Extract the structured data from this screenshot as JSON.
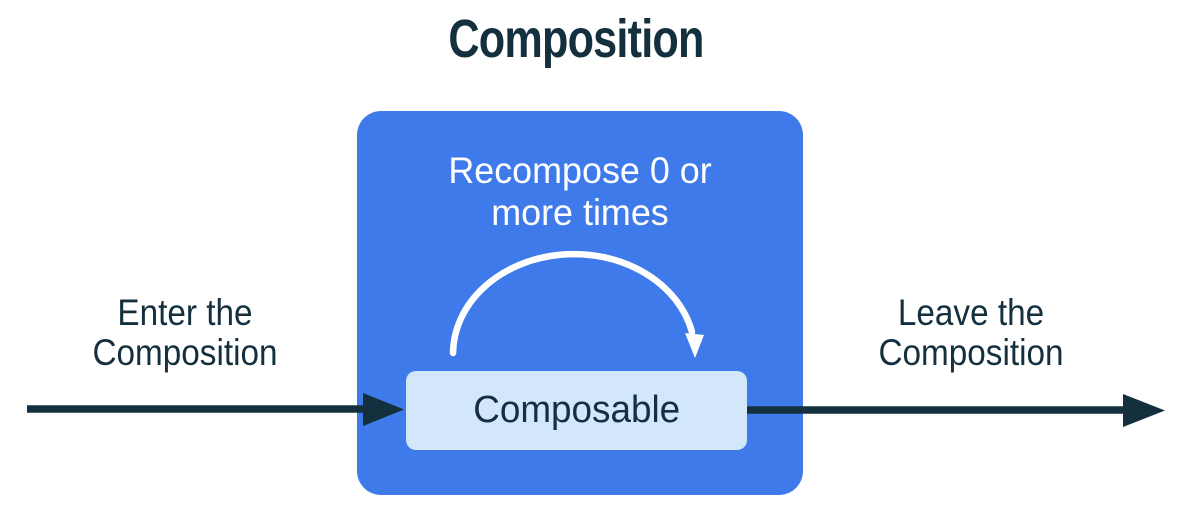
{
  "title": "Composition",
  "diagram": {
    "recompose_label": "Recompose 0 or\nmore times",
    "composable_label": "Composable",
    "enter_label": "Enter the\nComposition",
    "leave_label": "Leave the\nComposition"
  },
  "icons": {
    "enter_arrow": "right-arrow",
    "leave_arrow": "right-arrow",
    "recompose_loop": "clockwise-loop-arrow"
  },
  "colors": {
    "background": "#FFFFFF",
    "navy": "#14303E",
    "blue": "#3F7AEA",
    "light_blue": "#D3E7FB",
    "white": "#FFFFFF"
  }
}
